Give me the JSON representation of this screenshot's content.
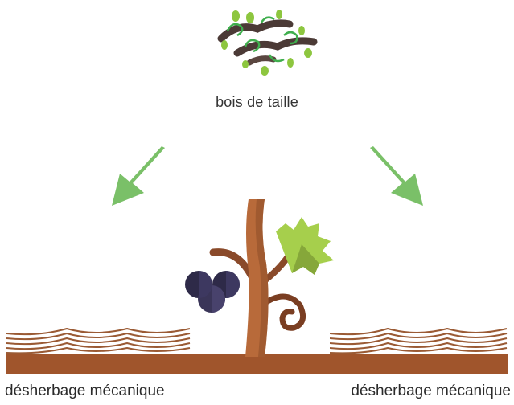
{
  "top_item": {
    "label": "bois de taille",
    "icon": "pruned-vine-wood-icon"
  },
  "arrows": [
    {
      "name": "left-arrow",
      "icon": "down-left-arrow-icon"
    },
    {
      "name": "right-arrow",
      "icon": "down-right-arrow-icon"
    }
  ],
  "center_item": {
    "icon": "grapevine-icon"
  },
  "bottom_labels": {
    "left": "désherbage mécanique",
    "right": "désherbage mécanique"
  },
  "colors": {
    "arrow": "#7ac068",
    "soil": "#a0552c",
    "furrow": "#9a5a34",
    "vine_trunk": "#b86a3a",
    "grape": "#2e2a48",
    "leaf_light": "#a6cf4c",
    "leaf_dark": "#86a73a",
    "wood_dark": "#4b3a36",
    "tendril": "#3fae4d"
  }
}
